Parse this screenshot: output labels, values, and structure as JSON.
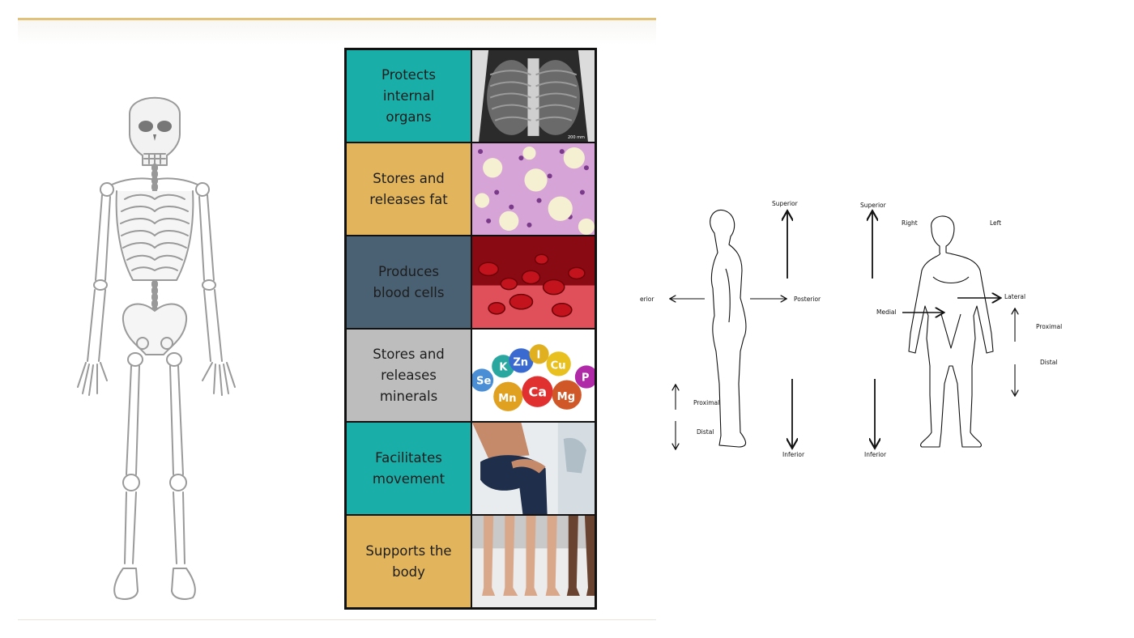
{
  "colors": {
    "teal": "#1aaea9",
    "gold": "#e2b45c",
    "slate": "#4a6174",
    "gray": "#bdbdbd",
    "accent_line": "#e1c27a"
  },
  "functions": [
    {
      "label": "Protects internal organs",
      "lines": [
        "Protects",
        "internal",
        "organs"
      ],
      "color": "teal",
      "image": "chest-xray"
    },
    {
      "label": "Stores and releases fat",
      "lines": [
        "Stores and",
        "releases fat"
      ],
      "color": "gold",
      "image": "bone-marrow-fat-cells"
    },
    {
      "label": "Produces blood cells",
      "lines": [
        "Produces",
        "blood cells"
      ],
      "color": "slate",
      "image": "red-blood-cells"
    },
    {
      "label": "Stores and releases minerals",
      "lines": [
        "Stores and",
        "releases",
        "minerals"
      ],
      "color": "gray",
      "image": "mineral-spheres"
    },
    {
      "label": "Facilitates movement",
      "lines": [
        "Facilitates",
        "movement"
      ],
      "color": "teal",
      "image": "knee-exercise"
    },
    {
      "label": "Supports the body",
      "lines": [
        "Supports the",
        "body"
      ],
      "color": "gold",
      "image": "standing-legs"
    }
  ],
  "xray_scale": "200 mm",
  "minerals": [
    "Se",
    "K",
    "Zn",
    "I",
    "Cu",
    "P",
    "Mn",
    "Ca",
    "Mg"
  ],
  "anatomy": {
    "side": {
      "superior": "Superior",
      "inferior": "Inferior",
      "anterior": "erior",
      "posterior": "Posterior",
      "proximal": "Proximal",
      "distal": "Distal"
    },
    "front": {
      "superior": "Superior",
      "inferior": "Inferior",
      "right": "Right",
      "left": "Left",
      "medial": "Medial",
      "lateral": "Lateral",
      "proximal": "Proximal",
      "distal": "Distal"
    }
  }
}
